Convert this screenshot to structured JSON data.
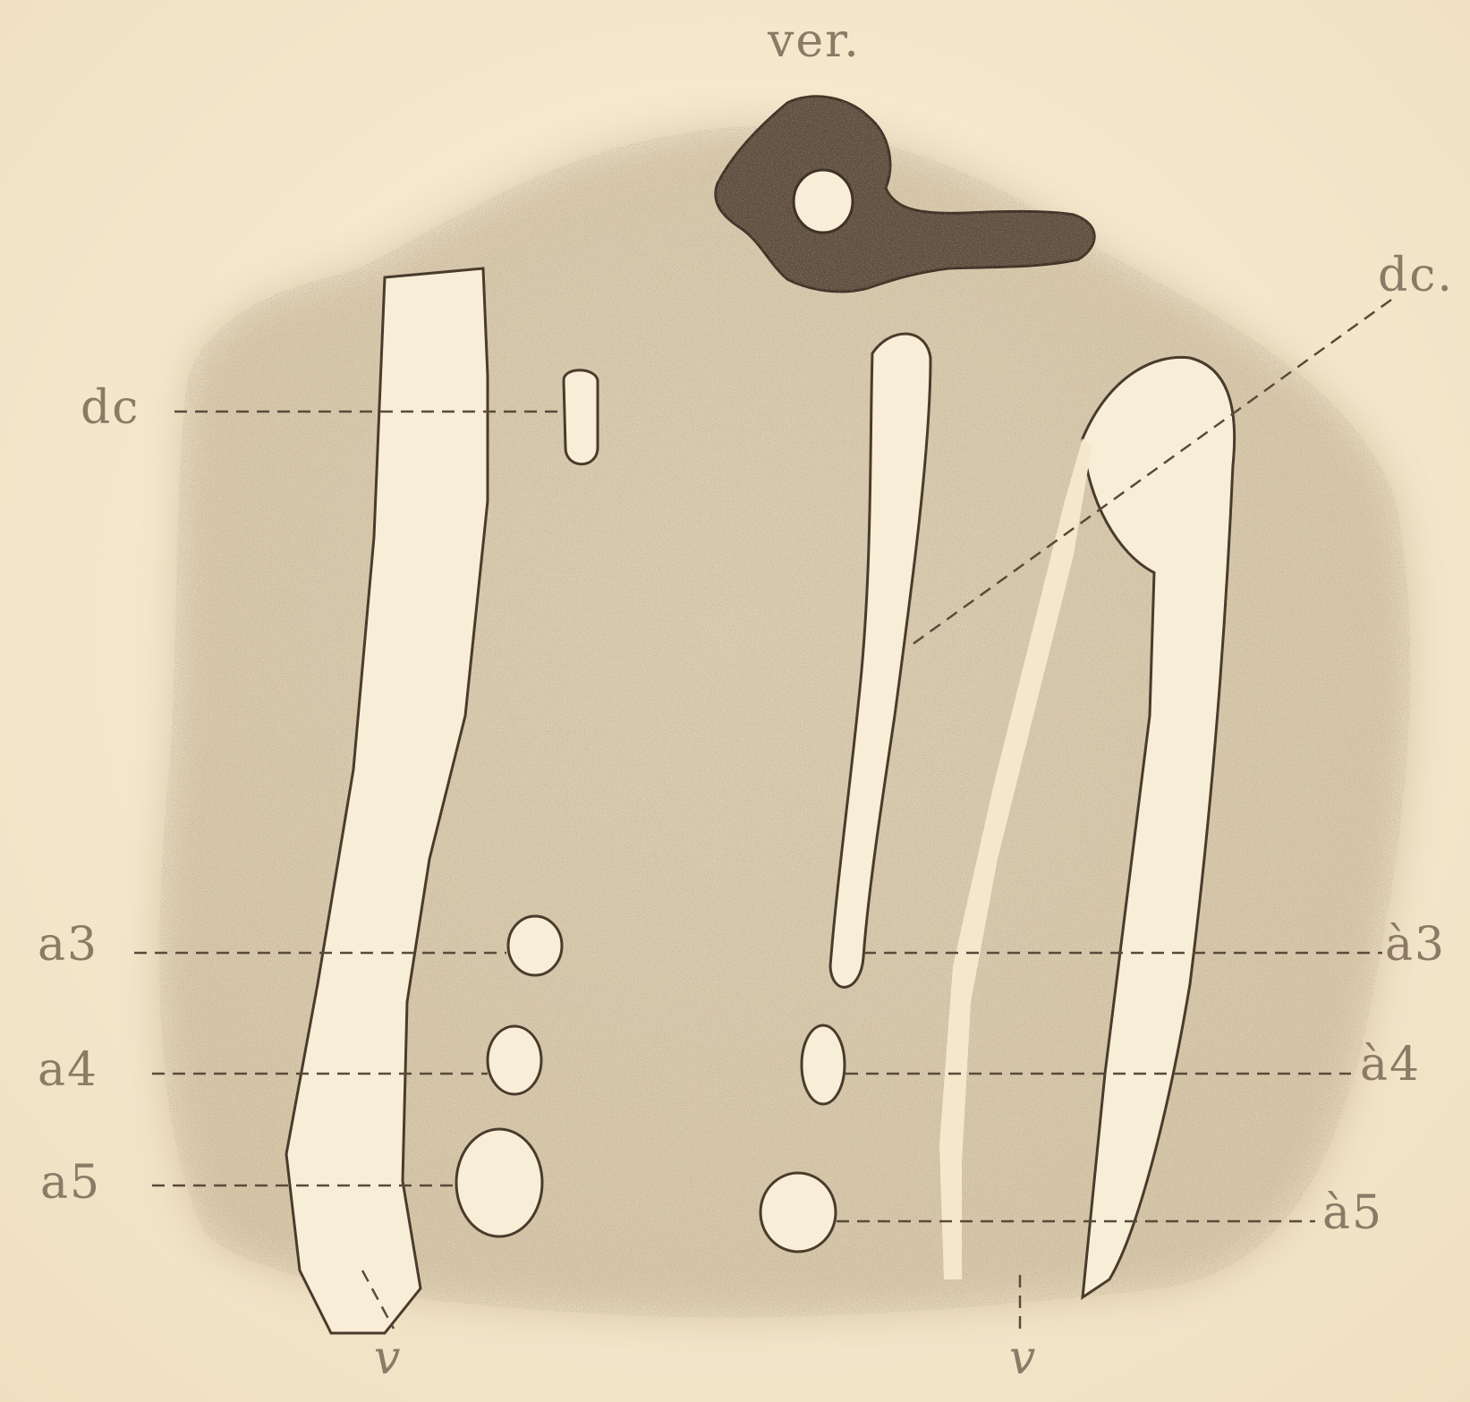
{
  "figure": {
    "labels": {
      "top": "ver.",
      "dc_left": "dc",
      "dc_right": "dc.",
      "a3_left": "a3",
      "a4_left": "a4",
      "a5_left": "a5",
      "a3_right": "à3",
      "a4_right": "à4",
      "a5_right": "à5",
      "v_left": "v",
      "v_right": "v"
    },
    "colors": {
      "paper": "#f6ead0",
      "stipple": "#8b7a5e",
      "outline": "#4a3b2c",
      "vertebra": "#5e4e3f",
      "label": "#8a7a66"
    }
  }
}
